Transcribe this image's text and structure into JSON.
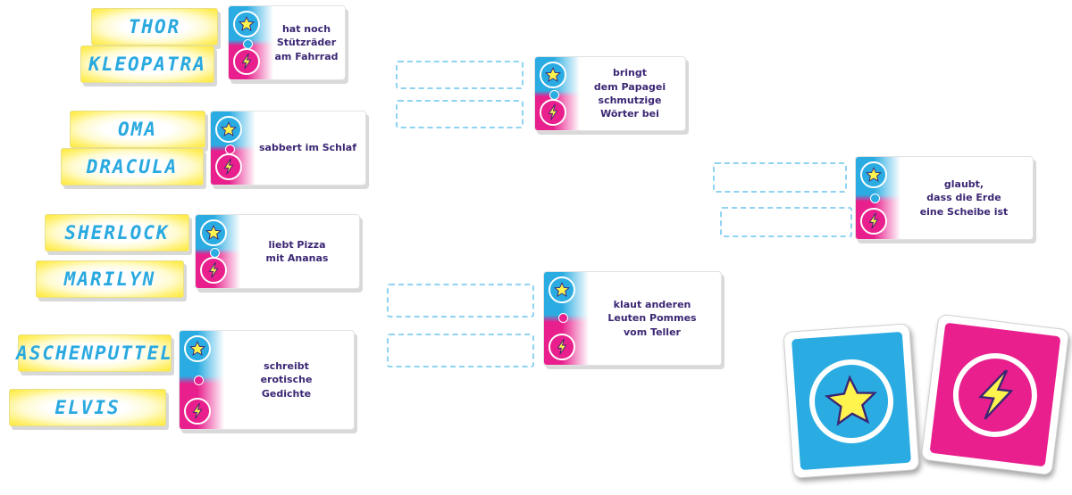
{
  "names": [
    {
      "id": "thor",
      "label": "THOR"
    },
    {
      "id": "kleopatra",
      "label": "KLEOPATRA"
    },
    {
      "id": "oma",
      "label": "OMA"
    },
    {
      "id": "dracula",
      "label": "DRACULA"
    },
    {
      "id": "sherlock",
      "label": "SHERLOCK"
    },
    {
      "id": "marilyn",
      "label": "MARILYN"
    },
    {
      "id": "aschenputtel",
      "label": "ASCHENPUTTEL"
    },
    {
      "id": "elvis",
      "label": "ELVIS"
    }
  ],
  "traits": [
    {
      "text": "hat noch\nStützräder\nam Fahrrad",
      "mini": "blue"
    },
    {
      "text": "sabbert im Schlaf",
      "mini": "pink"
    },
    {
      "text": "liebt Pizza\nmit Ananas",
      "mini": "blue"
    },
    {
      "text": "schreibt\nerotische\nGedichte",
      "mini": "pink"
    },
    {
      "text": "bringt\ndem Papagei\nschmutzige\nWörter bei",
      "mini": "blue"
    },
    {
      "text": "klaut anderen\nLeuten Pommes\nvom Teller",
      "mini": "pink"
    },
    {
      "text": "glaubt,\ndass die Erde\neine Scheibe ist",
      "mini": "blue"
    }
  ],
  "icons": {
    "star": "star-icon",
    "bolt": "lightning-bolt-icon"
  },
  "colors": {
    "blue": "#2aace2",
    "pink": "#e81f8c",
    "yellow": "#fff176",
    "text": "#3b2673",
    "name_text": "#29a9e0"
  }
}
